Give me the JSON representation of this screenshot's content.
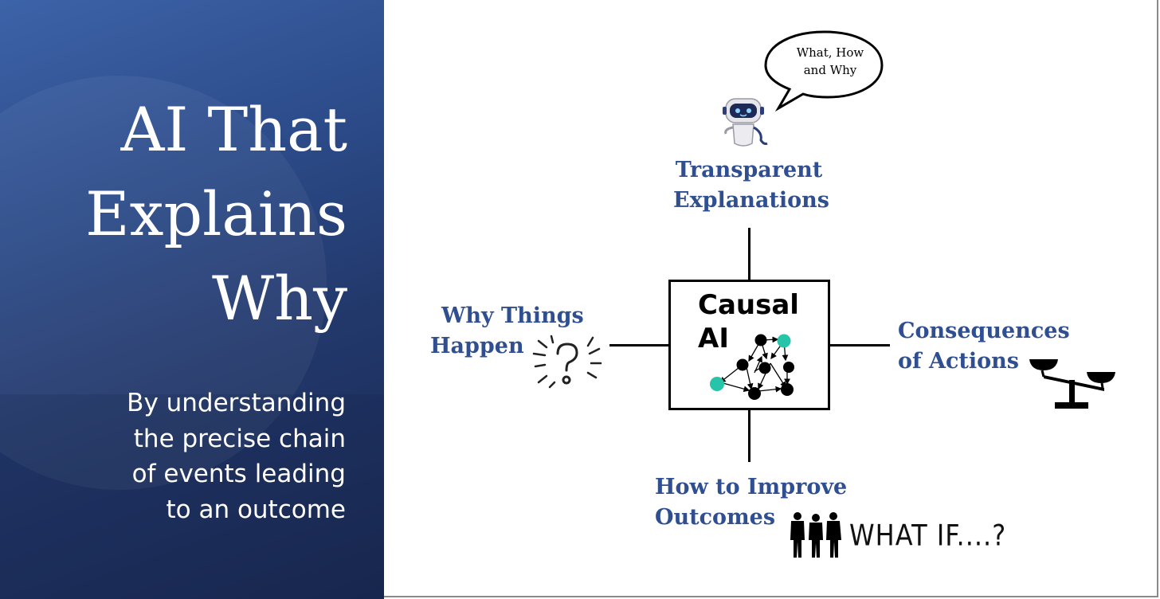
{
  "title": {
    "lines": [
      "AI That",
      "Explains",
      "Why"
    ]
  },
  "subtitle": {
    "lines": [
      "By understanding",
      "the precise chain",
      "of events leading",
      "to an outcome"
    ]
  },
  "center": {
    "lines": [
      "Causal",
      "AI"
    ],
    "accent_color": "#26c4a8"
  },
  "top": {
    "lines": [
      "Transparent",
      "Explanations"
    ],
    "bubble_lines": [
      "What, How",
      "and Why"
    ],
    "icon": "robot-icon"
  },
  "left": {
    "lines": [
      "Why Things",
      "Happen"
    ],
    "icon": "question-mark-icon"
  },
  "right": {
    "lines": [
      "Consequences",
      "of Actions"
    ],
    "icon": "balance-scale-icon"
  },
  "bottom": {
    "lines": [
      "How to Improve",
      "Outcomes"
    ],
    "icon": "people-silhouettes-icon",
    "whatif_text": "WHAT IF....?"
  },
  "colors": {
    "label_blue": "#2f4f91",
    "panel_blue": "#2d4d8c"
  }
}
